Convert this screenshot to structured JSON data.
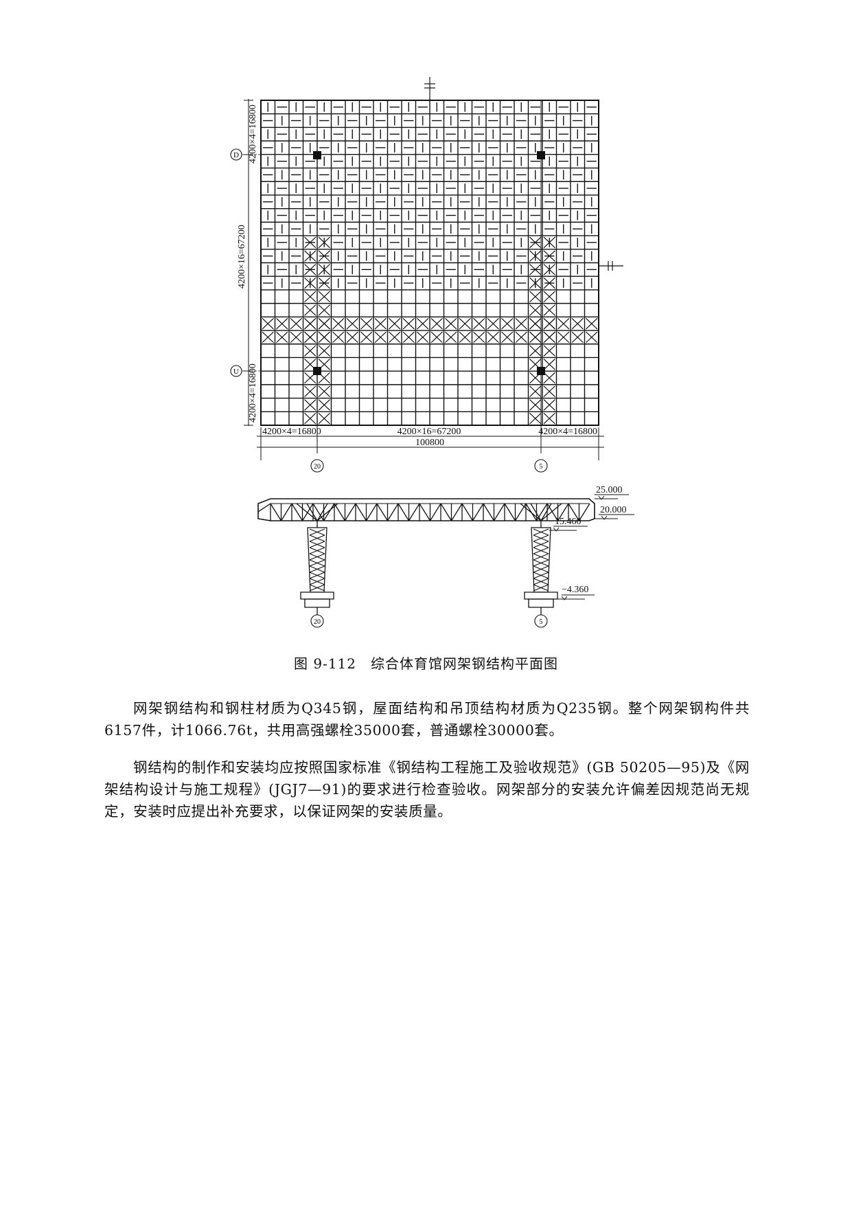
{
  "figure": {
    "caption": "图 9-112　综合体育馆网架钢结构平面图",
    "plan": {
      "axis_d": "D",
      "axis_u": "U",
      "axis_20": "20",
      "axis_5": "5",
      "dim_left_top": "4200×4=16800",
      "dim_left_mid": "4200×16=67200",
      "dim_left_bottom": "4200×4=16800",
      "dim_bottom_left": "4200×4=16800",
      "dim_bottom_mid": "4200×16=67200",
      "dim_bottom_right": "4200×4=16800",
      "dim_total": "100800"
    },
    "elevation": {
      "level_top": "25.000",
      "level_eave": "20.000",
      "level_column_top": "15.460",
      "level_base": "−4.360",
      "axis_left": "20",
      "axis_right": "5"
    }
  },
  "paragraphs": [
    "网架钢结构和钢柱材质为Q345钢，屋面结构和吊顶结构材质为Q235钢。整个网架钢构件共6157件，计1066.76t，共用高强螺栓35000套，普通螺栓30000套。",
    "钢结构的制作和安装均应按照国家标准《钢结构工程施工及验收规范》(GB 50205—95)及《网架结构设计与施工规程》(JGJ7—91)的要求进行检查验收。网架部分的安装允许偏差因规范尚无规定，安装时应提出补充要求，以保证网架的安装质量。"
  ]
}
